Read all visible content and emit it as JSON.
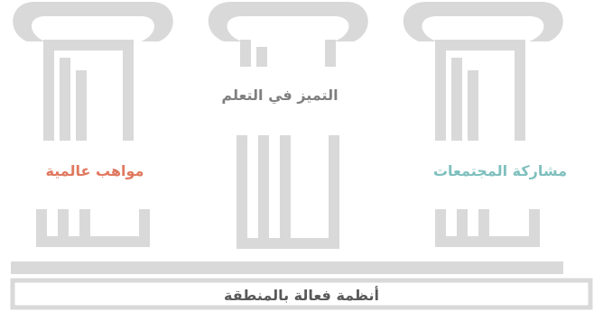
{
  "colors": {
    "pillar": "#d9d9d9",
    "pillar_outline": "#d9d9d9",
    "center_text": "#7f7f7f",
    "left_text": "#e0795f",
    "right_text": "#7fc0be",
    "base_text": "#595959"
  },
  "pillars": [
    {
      "label": "مواهب عالمية"
    },
    {
      "label": "التميز في التعلم"
    },
    {
      "label": "مشاركة المجتمعات"
    }
  ],
  "base": {
    "label": "أنظمة فعالة بالمنطقة"
  }
}
